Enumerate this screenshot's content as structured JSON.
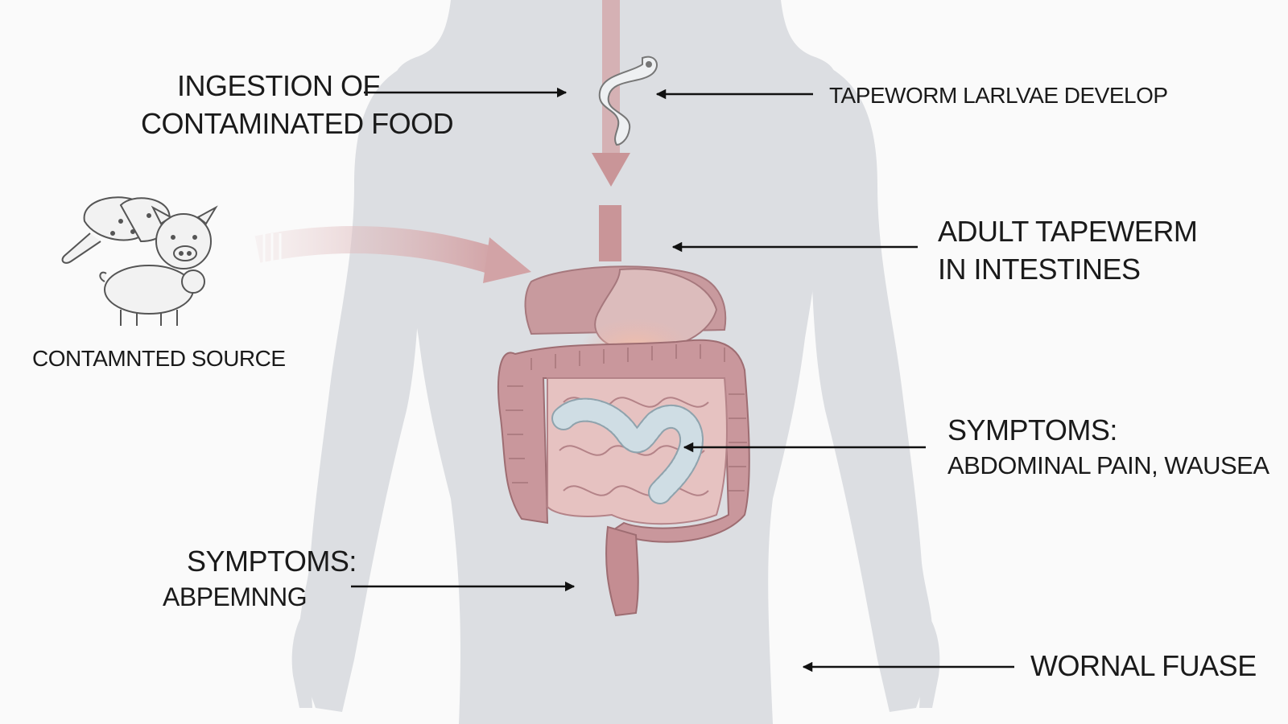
{
  "labels": {
    "ingestion": {
      "line1": "INGESTION OF",
      "line2": "CONTAMINATED FOOD"
    },
    "larvae": "TAPEWORM LARLVAE DEVELOP",
    "adult": {
      "line1": "ADULT TAPEWERM",
      "line2": "IN INTESTINES"
    },
    "source": "CONTAMNTED SOURCE",
    "symptoms_right": {
      "line1": "SYMPTOMS:",
      "line2": "ABDOMINAL PAIN, WAUSEA"
    },
    "symptoms_left": {
      "line1": "SYMPTOMS:",
      "line2": "ABPEMNNG"
    },
    "wornal": "WORNAL FUASE"
  },
  "colors": {
    "body_silhouette": "#dcdee2",
    "intestine": "#c9979c",
    "stomach": "#d8b2b2",
    "tapeworm": "#c6d6de",
    "arrow": "#111111",
    "flow_arrow": "#d7aeb0"
  },
  "icons": [
    "pig-icon",
    "meat-icon",
    "worm-larva-icon",
    "tapeworm-icon"
  ]
}
